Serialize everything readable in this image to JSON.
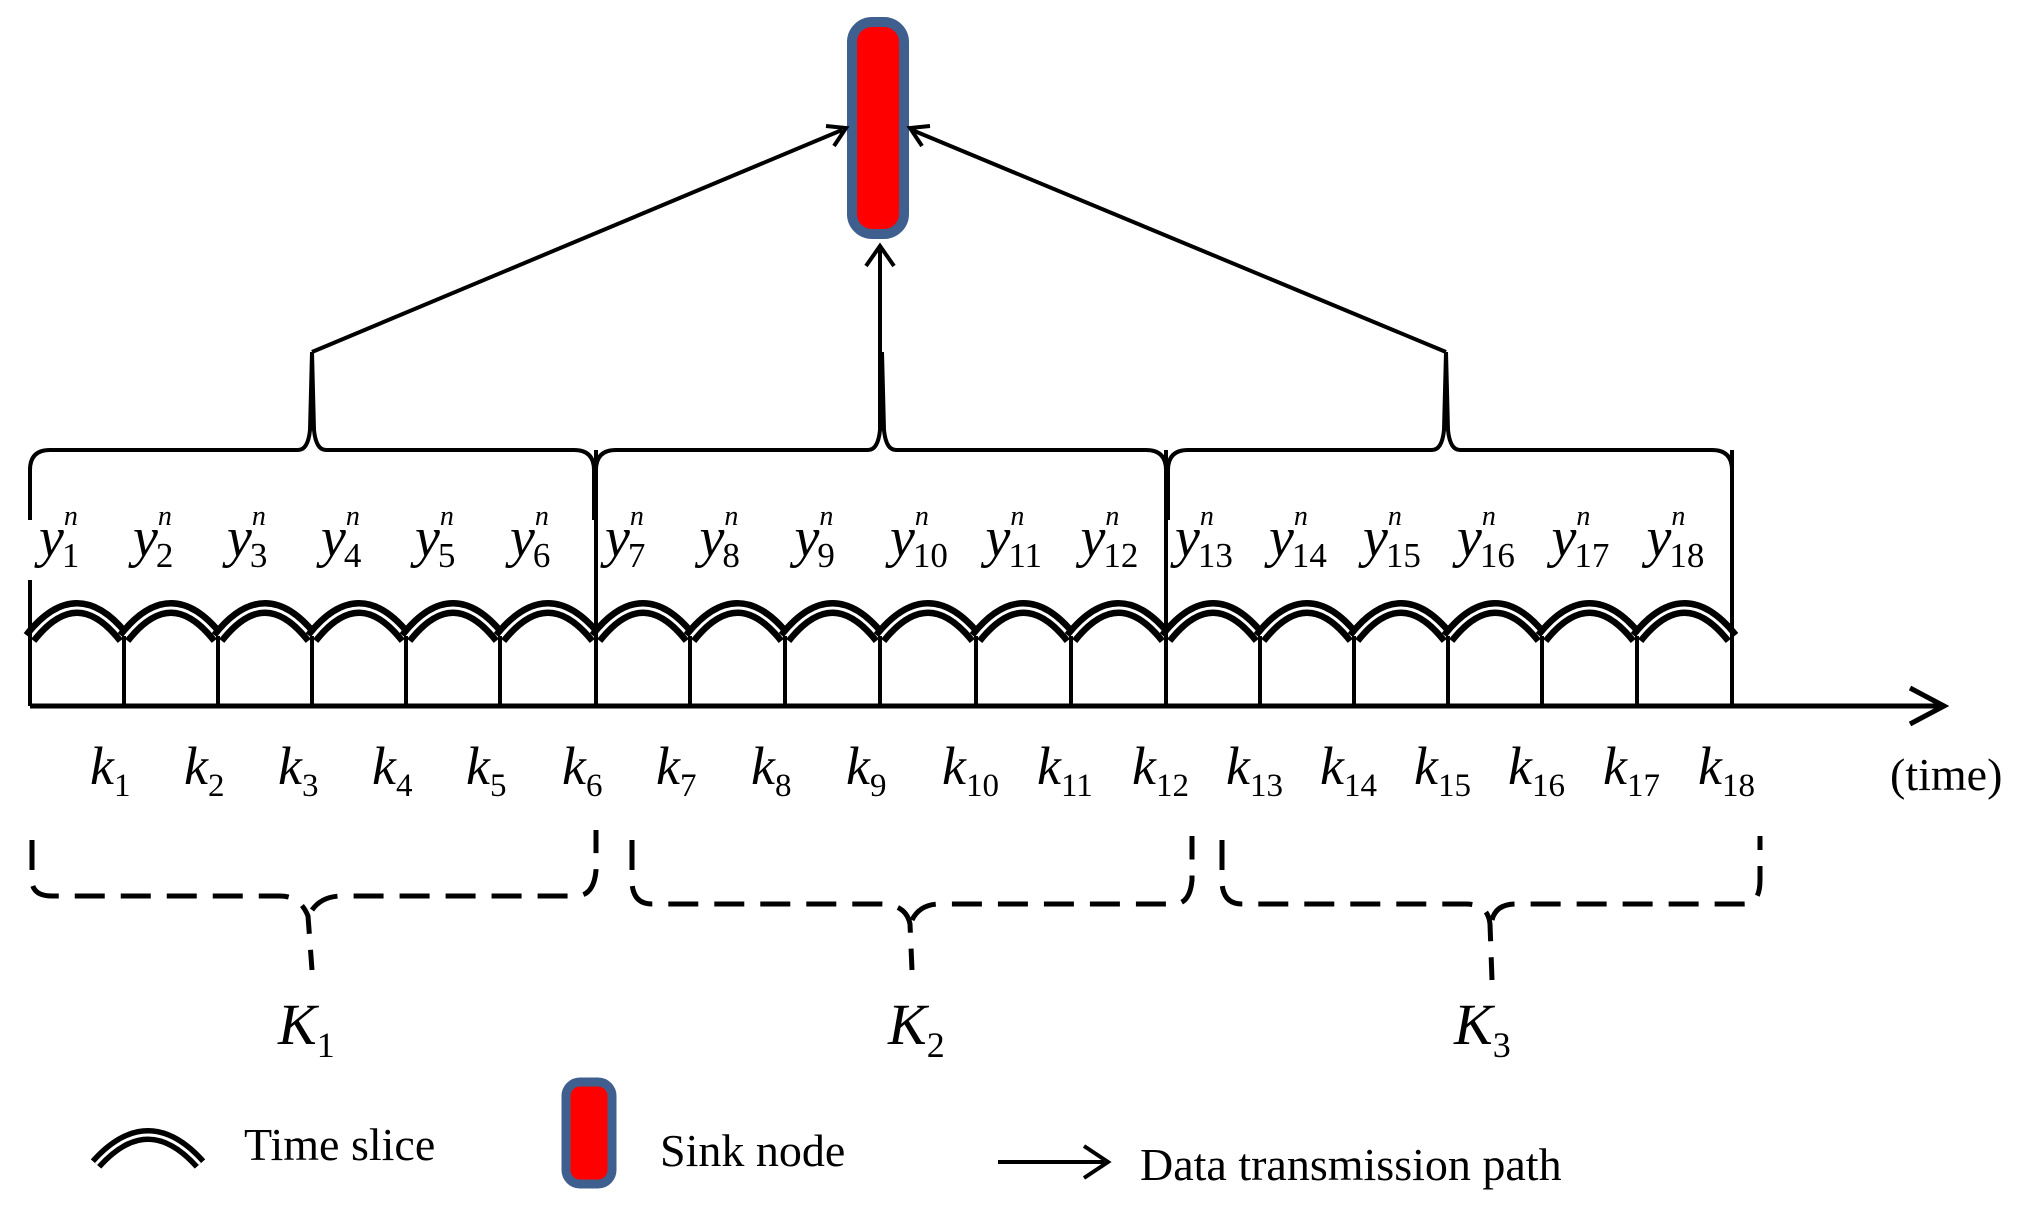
{
  "diagram": {
    "y_labels": [
      {
        "base": "y",
        "sub": "1",
        "sup": "n"
      },
      {
        "base": "y",
        "sub": "2",
        "sup": "n"
      },
      {
        "base": "y",
        "sub": "3",
        "sup": "n"
      },
      {
        "base": "y",
        "sub": "4",
        "sup": "n"
      },
      {
        "base": "y",
        "sub": "5",
        "sup": "n"
      },
      {
        "base": "y",
        "sub": "6",
        "sup": "n"
      },
      {
        "base": "y",
        "sub": "7",
        "sup": "n"
      },
      {
        "base": "y",
        "sub": "8",
        "sup": "n"
      },
      {
        "base": "y",
        "sub": "9",
        "sup": "n"
      },
      {
        "base": "y",
        "sub": "10",
        "sup": "n"
      },
      {
        "base": "y",
        "sub": "11",
        "sup": "n"
      },
      {
        "base": "y",
        "sub": "12",
        "sup": "n"
      },
      {
        "base": "y",
        "sub": "13",
        "sup": "n"
      },
      {
        "base": "y",
        "sub": "14",
        "sup": "n"
      },
      {
        "base": "y",
        "sub": "15",
        "sup": "n"
      },
      {
        "base": "y",
        "sub": "16",
        "sup": "n"
      },
      {
        "base": "y",
        "sub": "17",
        "sup": "n"
      },
      {
        "base": "y",
        "sub": "18",
        "sup": "n"
      }
    ],
    "k_labels": [
      {
        "base": "k",
        "sub": "1"
      },
      {
        "base": "k",
        "sub": "2"
      },
      {
        "base": "k",
        "sub": "3"
      },
      {
        "base": "k",
        "sub": "4"
      },
      {
        "base": "k",
        "sub": "5"
      },
      {
        "base": "k",
        "sub": "6"
      },
      {
        "base": "k",
        "sub": "7"
      },
      {
        "base": "k",
        "sub": "8"
      },
      {
        "base": "k",
        "sub": "9"
      },
      {
        "base": "k",
        "sub": "10"
      },
      {
        "base": "k",
        "sub": "11"
      },
      {
        "base": "k",
        "sub": "12"
      },
      {
        "base": "k",
        "sub": "13"
      },
      {
        "base": "k",
        "sub": "14"
      },
      {
        "base": "k",
        "sub": "15"
      },
      {
        "base": "k",
        "sub": "16"
      },
      {
        "base": "k",
        "sub": "17"
      },
      {
        "base": "k",
        "sub": "18"
      }
    ],
    "group_labels": [
      {
        "base": "K",
        "sub": "1"
      },
      {
        "base": "K",
        "sub": "2"
      },
      {
        "base": "K",
        "sub": "3"
      }
    ],
    "time_label": "(time)",
    "sink_colors": {
      "fill": "#ff0000",
      "border": "#3f5f8f"
    }
  },
  "legend": {
    "time_slice": "Time slice",
    "sink_node": "Sink node",
    "data_path": "Data transmission path"
  }
}
